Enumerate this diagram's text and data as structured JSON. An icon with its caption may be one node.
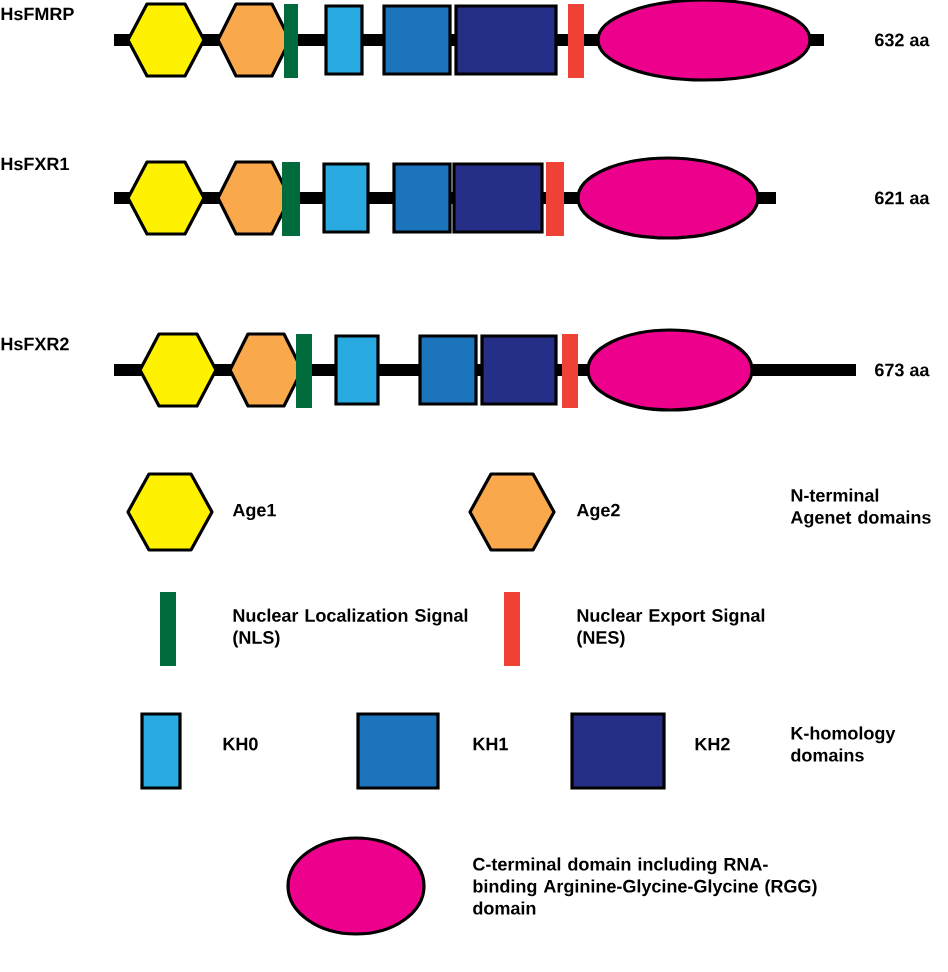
{
  "diagram": {
    "labels": [
      "HsFMRP",
      "632 aa",
      "HsFXR1",
      "621 aa",
      "HsFXR2",
      "673 aa",
      "N-terminal Agenet domains",
      "K-homology domains"
    ],
    "legend": [
      {
        "text": "Age1",
        "color": "#fff200"
      },
      {
        "text": "Age2",
        "color": "#f9a94b"
      },
      {
        "text": "Nuclear Localization Signal (NLS)",
        "color": "#006b3c"
      },
      {
        "text": "Nuclear Export Signal (NES)",
        "color": "#ef4136"
      },
      {
        "text": "KH0",
        "color": "#29abe2"
      },
      {
        "text": "KH1",
        "color": "#1c75bc"
      },
      {
        "text": "KH2",
        "color": "#262f87"
      },
      {
        "text": "C-terminal domain including RNA-binding Arginine-Glycine-Glycine (RGG) domain",
        "color": "#ec008c"
      }
    ]
  }
}
